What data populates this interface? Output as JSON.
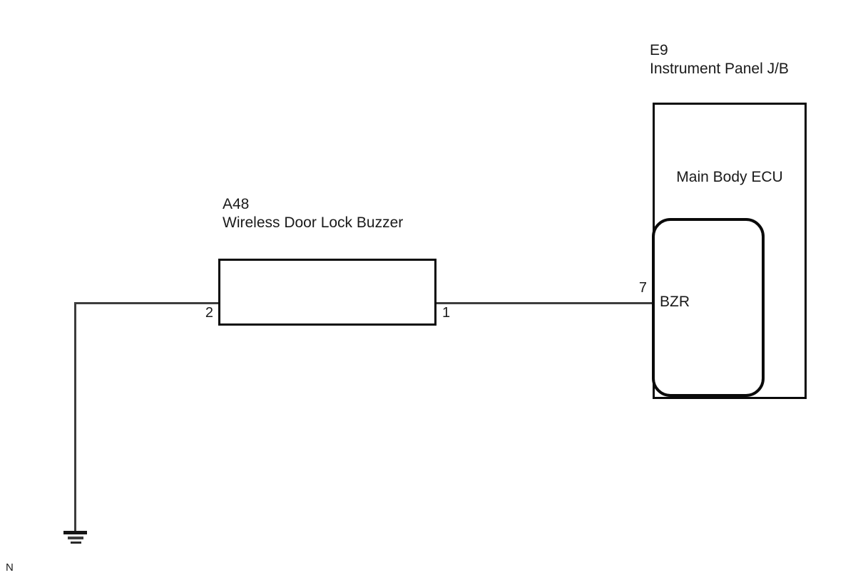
{
  "page": {
    "marker": "N",
    "background": "#ffffff"
  },
  "colors": {
    "stroke": "#0a0a0a",
    "wire": "#3d3d3d",
    "text": "#1a1a1a"
  },
  "buzzer": {
    "code": "A48",
    "name": "Wireless Door Lock Buzzer",
    "pin_left": "2",
    "pin_right": "1"
  },
  "junction_block": {
    "code": "E9",
    "name": "Instrument Panel J/B",
    "ecu_label": "Main Body ECU",
    "connector": {
      "label": "BZR",
      "pin": "7"
    }
  },
  "icons": {
    "ground": "ground-icon"
  }
}
